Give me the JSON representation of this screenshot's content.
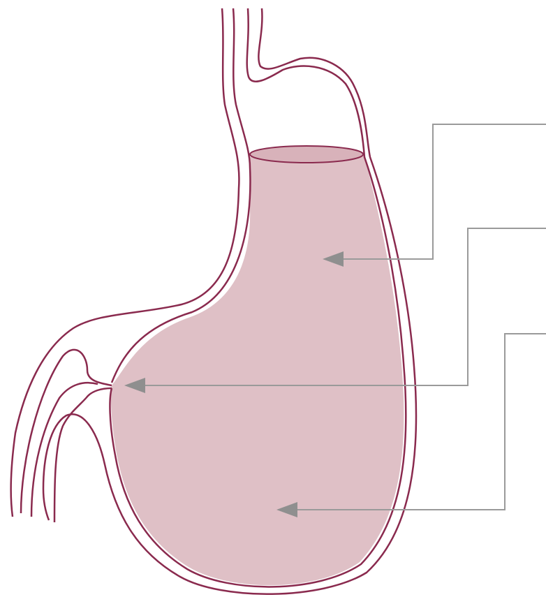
{
  "colors": {
    "background": "#ffffff",
    "organ_outline": "#8a2a4e",
    "contents_fill": "#dfc0c6",
    "contents_surface": "#d8b2ba",
    "leader_line": "#9a9a9a",
    "arrowhead": "#8f8f8f"
  },
  "leaders": [
    {
      "target": "upper-contents"
    },
    {
      "target": "pylorus"
    },
    {
      "target": "lower-contents"
    }
  ]
}
